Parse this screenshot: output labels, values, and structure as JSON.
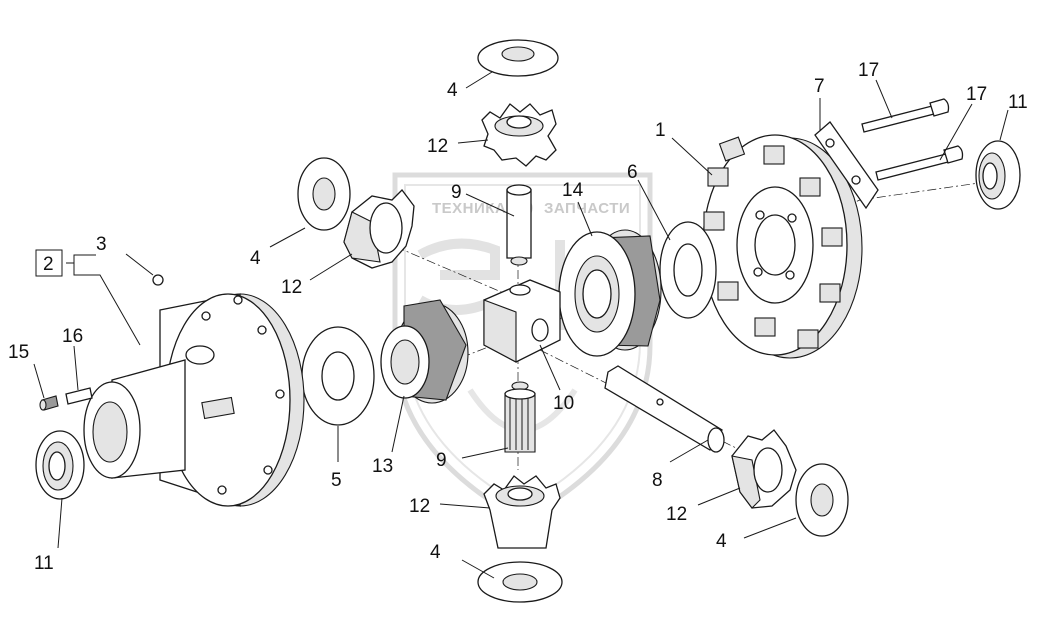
{
  "watermark": {
    "left_text": "ТЕХНИКА",
    "right_text": "ЗАПЧАСТИ"
  },
  "callouts": [
    {
      "id": "c-1",
      "text": "1"
    },
    {
      "id": "c-2",
      "text": "2"
    },
    {
      "id": "c-3",
      "text": "3"
    },
    {
      "id": "c-4a",
      "text": "4"
    },
    {
      "id": "c-4b",
      "text": "4"
    },
    {
      "id": "c-4c",
      "text": "4"
    },
    {
      "id": "c-4d",
      "text": "4"
    },
    {
      "id": "c-5",
      "text": "5"
    },
    {
      "id": "c-6",
      "text": "6"
    },
    {
      "id": "c-7",
      "text": "7"
    },
    {
      "id": "c-8",
      "text": "8"
    },
    {
      "id": "c-9a",
      "text": "9"
    },
    {
      "id": "c-9b",
      "text": "9"
    },
    {
      "id": "c-10",
      "text": "10"
    },
    {
      "id": "c-11a",
      "text": "11"
    },
    {
      "id": "c-11b",
      "text": "11"
    },
    {
      "id": "c-12a",
      "text": "12"
    },
    {
      "id": "c-12b",
      "text": "12"
    },
    {
      "id": "c-12c",
      "text": "12"
    },
    {
      "id": "c-12d",
      "text": "12"
    },
    {
      "id": "c-13",
      "text": "13"
    },
    {
      "id": "c-14",
      "text": "14"
    },
    {
      "id": "c-15",
      "text": "15"
    },
    {
      "id": "c-16",
      "text": "16"
    },
    {
      "id": "c-17a",
      "text": "17"
    },
    {
      "id": "c-17b",
      "text": "17"
    }
  ]
}
